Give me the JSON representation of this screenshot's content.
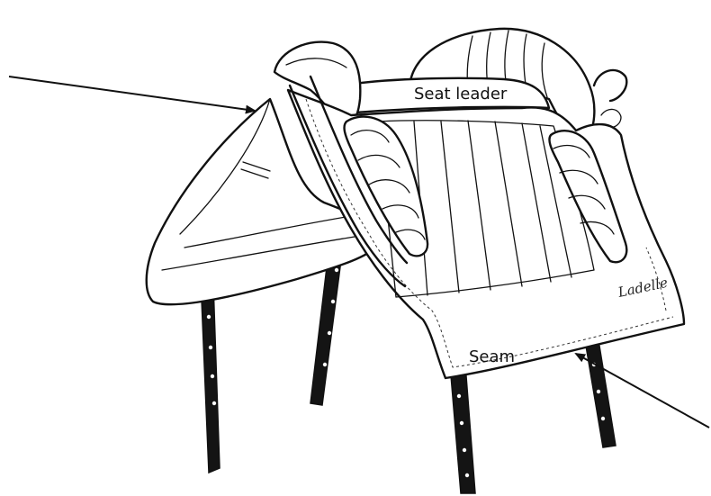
{
  "labels": {
    "seat_leader": "Seat leader",
    "seam": "Seam"
  },
  "brand_mark": "Ladelle",
  "colors": {
    "ink": "#111111",
    "background": "#ffffff"
  }
}
